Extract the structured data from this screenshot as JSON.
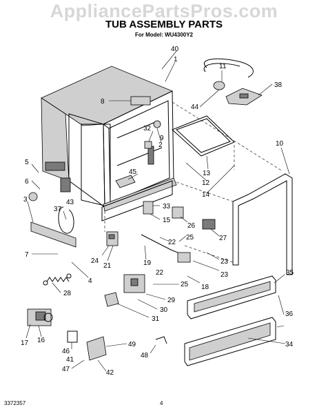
{
  "watermark": "AppliancePartsPros.com",
  "header": {
    "title": "TUB ASSEMBLY PARTS",
    "model_line": "For Model: WU4300Y2"
  },
  "footer": {
    "doc_number": "3372357",
    "page_number": "4"
  },
  "callouts": [
    "40",
    "1",
    "11",
    "8",
    "38",
    "44",
    "32",
    "9",
    "2",
    "10",
    "5",
    "13",
    "45",
    "12",
    "6",
    "14",
    "3",
    "33",
    "37",
    "43",
    "15",
    "26",
    "27",
    "25",
    "22",
    "7",
    "24",
    "21",
    "19",
    "23",
    "4",
    "18",
    "35",
    "29",
    "28",
    "30",
    "31",
    "36",
    "17",
    "16",
    "49",
    "46",
    "41",
    "48",
    "47",
    "42",
    "34"
  ]
}
